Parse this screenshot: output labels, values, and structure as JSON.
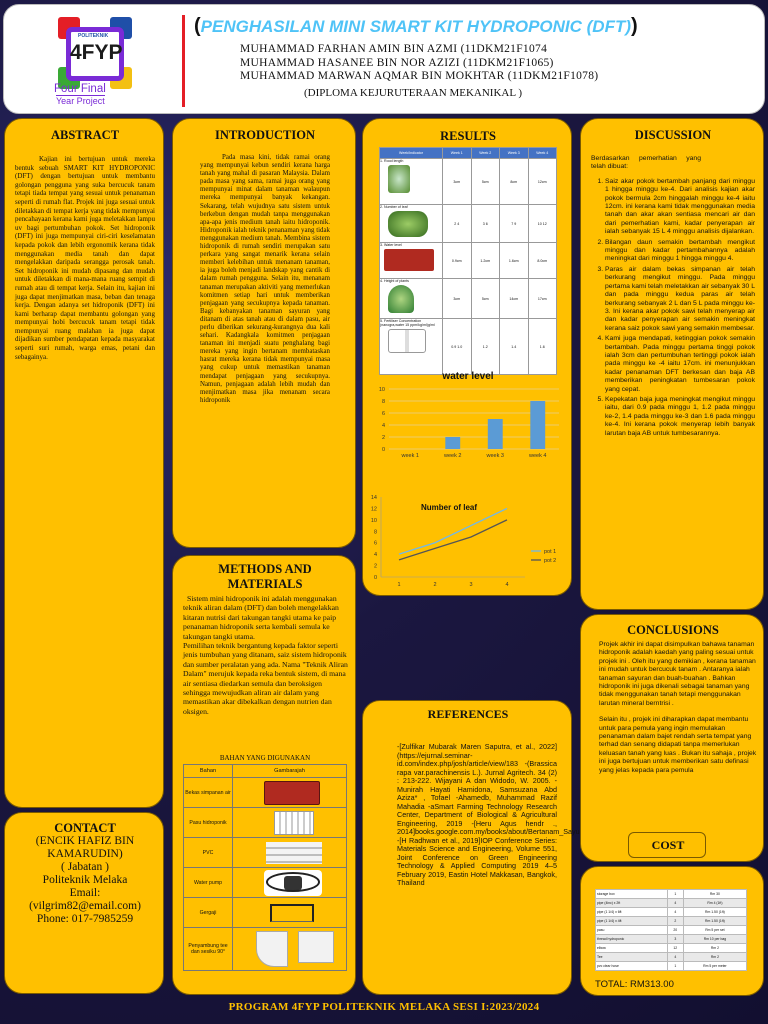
{
  "header": {
    "title": "PENGHASILAN MINI SMART KIT HYDROPONIC (DFT)",
    "names": [
      "MUHAMMAD FARHAN AMIN BIN AZMI (11DKM21F1074",
      "MUHAMMAD HASANEE BIN NOR AZIZI (11DKM21F1065)",
      "MUHAMMAD MARWAN AQMAR BIN MOKHTAR (11DKM21F1078)"
    ],
    "diploma": "(DIPLOMA KEJURUTERAAN MEKANIKAL )",
    "logo_4fyp": "4FYP",
    "logo_line1": "Four Final",
    "logo_line2": "Year Project",
    "logo_small": "POLITEKNIK"
  },
  "abstract": {
    "title": "ABSTRACT",
    "text": "Kajian ini bertujuan untuk mereka bentuk sebuah SMART KIT HYDROPONIC (DFT) dengan bertujuan untuk membantu golongan pengguna yang suka bercucuk tanam tetapi tiada tempat yang sesuai untuk penanaman seperti di rumah flat. Projek ini juga sesuai untuk diletakkan di tempat kerja yang tidak mempunyai pencahayaan kerana kami juga meletakkan lampu uv bagi pertumbuhan pokok. Set hidroponik (DFT) ini juga mempunyai ciri-ciri keselamatan kepada pokok dan lebih ergonomik kerana tidak menggunakan media tanah dan dapat mengelakkan daripada serangga perosak tanah. Set hidroponik ini mudah dipasang dan mudah untuk diletakkan di mana-mana ruang sempit di rumah atau di tempat kerja. Selain itu, kajian ini juga dapat menjimatkan masa, beban dan tenaga kerja. Dengan adanya set hidroponik (DFT) ini kami berharap dapat membantu golongan yang mempunyai hobi bercucuk tanam tetapi tidak mempunyai ruang malahan ia juga dapat dijadikan sumber pendapatan kepada masyarakat seperti suri rumah, warga emas, petani dan sebagainya."
  },
  "introduction": {
    "title": "INTRODUCTION",
    "text": "Pada masa kini, tidak ramai orang yang mempunyai kebun sendiri kerana harga tanah yang mahal di pasaran Malaysia. Dalam pada masa yang sama, ramai juga orang yang mempunyai minat dalam tanaman walaupun mereka mempunyai banyak kekangan. Sekarang, telah wujudnya satu sistem untuk berkebun dengan mudah tanpa menggunakan apa-apa jenis medium tanah iaitu hidroponik. Hidroponik ialah teknik penanaman yang tidak menggunakan medium tanah. Membina sistem hidroponik di rumah sendiri merupakan satu perkara yang sangat menarik kerana selain memberi kelebihan untuk menanam tanaman, ia juga boleh menjadi landskap yang cantik di dalam rumah pengguna. Selain itu, menanam tanaman merupakan aktiviti yang memerlukan komitmen setiap hari untuk memberikan penjagaan yang secukupnya kepada tanaman. Bagi kebanyakan tanaman sayuran yang ditanam di atas tanah atau di dalam pasu, air perlu diberikan sekurang-kurangnya dua kali sehari. Kadangkala komitmen penjagaan tanaman ini menjadi suatu penghalang bagi mereka yang ingin bertanam membataskan hasrat mereka kerana tidak mempunyai masa yang cukup untuk memastikan tanaman mendapat penjagaan yang secukupnya. Namun, penjagaan adalah lebih mudah dan menjimatkan masa jika menanam secara hidroponik"
  },
  "methods": {
    "title": "METHODS AND MATERIALS",
    "p1": "Sistem mini hidroponik ini adalah menggunakan teknik aliran dalam (DFT) dan boleh mengelakkan kitaran nutrisi dari takungan tangki utama ke paip penanaman hidroponik serta kembali semula ke takungan tangki utama.",
    "p2": "Pemilihan teknik bergantung kepada faktor seperti jenis tumbuhan yang ditanam, saiz sistem hidroponik dan sumber peralatan yang ada. Nama \"Teknik Aliran Dalam\" merujuk kepada reka bentuk sistem, di mana air sentiasa diedarkan semula dan beroksigen sehingga mewujudkan aliran air dalam yang memastikan akar dibekalkan dengan nutrien dan oksigen.",
    "table_title": "BAHAN YANG DIGUNAKAN",
    "col_bahan": "Bahan",
    "col_gambar": "Gambarajah",
    "rows": [
      "Bekas simpanan air",
      "Pasu hidroponik",
      "PVC",
      "Water pump",
      "Gergaji",
      "Penyambung tee dan sesiku 90°"
    ]
  },
  "contact": {
    "title": "CONTACT",
    "lines": [
      "(ENCIK HAFIZ BIN KAMARUDIN)",
      "( Jabatan )",
      "Politeknik Melaka",
      "Email:",
      "(vilgrim82@email.com)",
      "Phone: 017-7985259"
    ]
  },
  "results": {
    "title": "RESULTS",
    "headers": [
      "Week/Indicator",
      "Week 1",
      "Week 2",
      "Week 3",
      "Week 4"
    ],
    "rows": [
      {
        "label": "1.  Rood length",
        "v": [
          "3cm",
          "5cm",
          "8cm",
          "12cm"
        ]
      },
      {
        "label": "2.  Number of leaf",
        "v": [
          "2 4",
          "3 6",
          "7 9",
          "10 12"
        ]
      },
      {
        "label": "3.  Water level",
        "v": [
          "0.9cm",
          "1.2cm",
          "1.6cm",
          "8.0cm"
        ]
      },
      {
        "label": "4.  Height of plants",
        "v": [
          "3cm",
          "5cm",
          "14cm",
          "17cm"
        ]
      },
      {
        "label": "5.  Fertiliser Concentration (nanogra,water 15 ppm/kg/ml)g/ml",
        "v": [
          "0.9 1.0",
          "1.2",
          "1.4",
          "1.6"
        ]
      }
    ]
  },
  "chart_data": [
    {
      "type": "bar",
      "title": "water level",
      "categories": [
        "week 1",
        "week 2",
        "week 3",
        "week 4"
      ],
      "values": [
        0,
        2,
        5,
        8
      ],
      "ylim": [
        0,
        10
      ],
      "yticks": [
        0,
        2,
        4,
        6,
        8,
        10
      ],
      "color": "#5b9bd5"
    },
    {
      "type": "line",
      "title": "Number of leaf",
      "x": [
        1,
        2,
        3,
        4
      ],
      "ylim": [
        0,
        14
      ],
      "yticks": [
        0,
        2,
        4,
        6,
        8,
        10,
        12,
        14
      ],
      "series": [
        {
          "name": "pot 1",
          "values": [
            4,
            6,
            9,
            12
          ],
          "color": "#70b8ec"
        },
        {
          "name": "pot 2",
          "values": [
            3,
            5,
            7,
            10
          ],
          "color": "#555555"
        }
      ]
    }
  ],
  "discussion": {
    "title": "DISCUSSION",
    "intro": "Berdasarkan pemerhatian yang telah dibuat:",
    "items": [
      "Saiz akar pokok bertambah panjang dari minggu 1 hingga minggu ke-4. Dari analisis kajian akar pokok bermula 2cm hinggalah minggu ke-4 iaitu 12cm. ini kerana kami tidak menggunakan media tanah dan akar akan sentiasa mencari air dan dari pemerhatian kami, kadar penyerapan air ialah sebanyak 15 L 4 minggu analisis dijalankan.",
      "Bilangan daun semakin bertambah mengikut minggu dan kadar pertambahannya adalah meningkat dari minggu 1 hingga minggu 4.",
      "Paras air dalam bekas simpanan air telah berkurang mengikut minggu. Pada minggu pertama kami telah meletakkan air sebanyak 30 L dan pada minggu kedua paras air telah berkurang sebanyak 2 L dan 5 L pada minggu ke-3. Ini kerana akar pokok sawi telah menyerap air dan kadar penyerapan air semakin meningkat kerana saiz pokok sawi yang semakin membesar.",
      "Kami juga mendapati, ketinggian pokok semakin bertambah. Pada minggu pertama tinggi pokok ialah 3cm dan pertumbuhan tertinggi pokok ialah pada minggu ke -4 iaitu 17cm. ini menunjukkan kadar penanaman DFT berkesan dan baja AB memberikan peningkatan tumbesaran pokok yang cepat.",
      "Kepekatan baja juga meningkat mengikut minggu iaitu, dari 0.9 pada minggu 1, 1.2 pada minggu ke-2, 1.4 pada minggu ke-3 dan 1.6 pada minggu ke-4. Ini kerana pokok menyerap lebih banyak larutan baja AB untuk tumbesarannya."
    ]
  },
  "conclusions": {
    "title": "CONCLUSIONS",
    "p1": "Projek akhir ini dapat disimpulkan bahawa tanaman hidroponik adalah kaedah yang paling sesuai untuk projek ini . Oleh itu yang demikian , kerana tanaman ini mudah untuk bercucuk tanam . Antaranya ialah tanaman sayuran dan buah-buahan . Bahkan hidroponik ini juga dikenali sebagai tanaman yang tidak menggunakan tanah tetapi menggunakan larutan mineral berntrisi .",
    "p2": "Selain itu , projek ini diharapkan dapat membantu untuk para pemula yang ingin memulakan penanaman dalam bajet rendah serta tempat yang terhad dan senang didapati tanpa memerlukan keluasan tanah yang luas . Bukan itu sahaja , projek ini juga bertujuan untuk memberikan satu definasi yang jelas kepada para pemula"
  },
  "references": {
    "title": "REFERENCES",
    "text": "-[Zulfikar Mubarak Maren Saputra, et al., 2022](https://ejurnal.seminar-id.com/index.php/josh/article/view/183 -(Brassica rapa var.parachinensis L.). Jurnal Agritech. 34 (2) : 213-222. Wijayani A dan Widodo, W. 2005. -Munirah Hayati Hamidona, Samsuzana Abd Aziza* , Tofael -Ahamedb, Muhammad Razif Mahadia -aSmart Farming Technology Research Center, Department of Biological & Agricultural Engineering, 2019 -[Heru Agus hendr ., 2014]books.google.com.my/books/about/Bertanam_Sayuran_Hidroponik -[H Radhwan et al., 2019]IOP Conference Series: Materials Science and Engineering, Volume 551, Joint Conference on Green Engineering Technology & Applied Computing 2019 4–5 February 2019, Eastin Hotel Makkasan, Bangkok, Thailand"
  },
  "cost": {
    "title": "COST",
    "rows": [
      [
        "storage box",
        "1",
        "Rm 30"
      ],
      [
        "pipe (4inc) x 2ft",
        "4",
        "Rm 4 (1ft)"
      ],
      [
        "pipe (1 1/4) x 6ft",
        "4",
        "Rm 1.50 (1ft)"
      ],
      [
        "pipe (1 1/4) x 4ft",
        "2",
        "Rm 1.50 (1ft)"
      ],
      [
        "pasu",
        "20",
        "Rm 5 per set"
      ],
      [
        "thread hydroponic",
        "3",
        "Rm 10 per bag"
      ],
      [
        "elbow",
        "12",
        "Rm 2"
      ],
      [
        "Tee",
        "4",
        "Rm 2"
      ],
      [
        "pvc clear hose",
        "1",
        "Rm 5 per meter"
      ]
    ],
    "total": "TOTAL: RM313.00"
  },
  "footer": {
    "text": "PROGRAM 4FYP POLITEKNIK MELAKA SESI I:2023/2024"
  }
}
